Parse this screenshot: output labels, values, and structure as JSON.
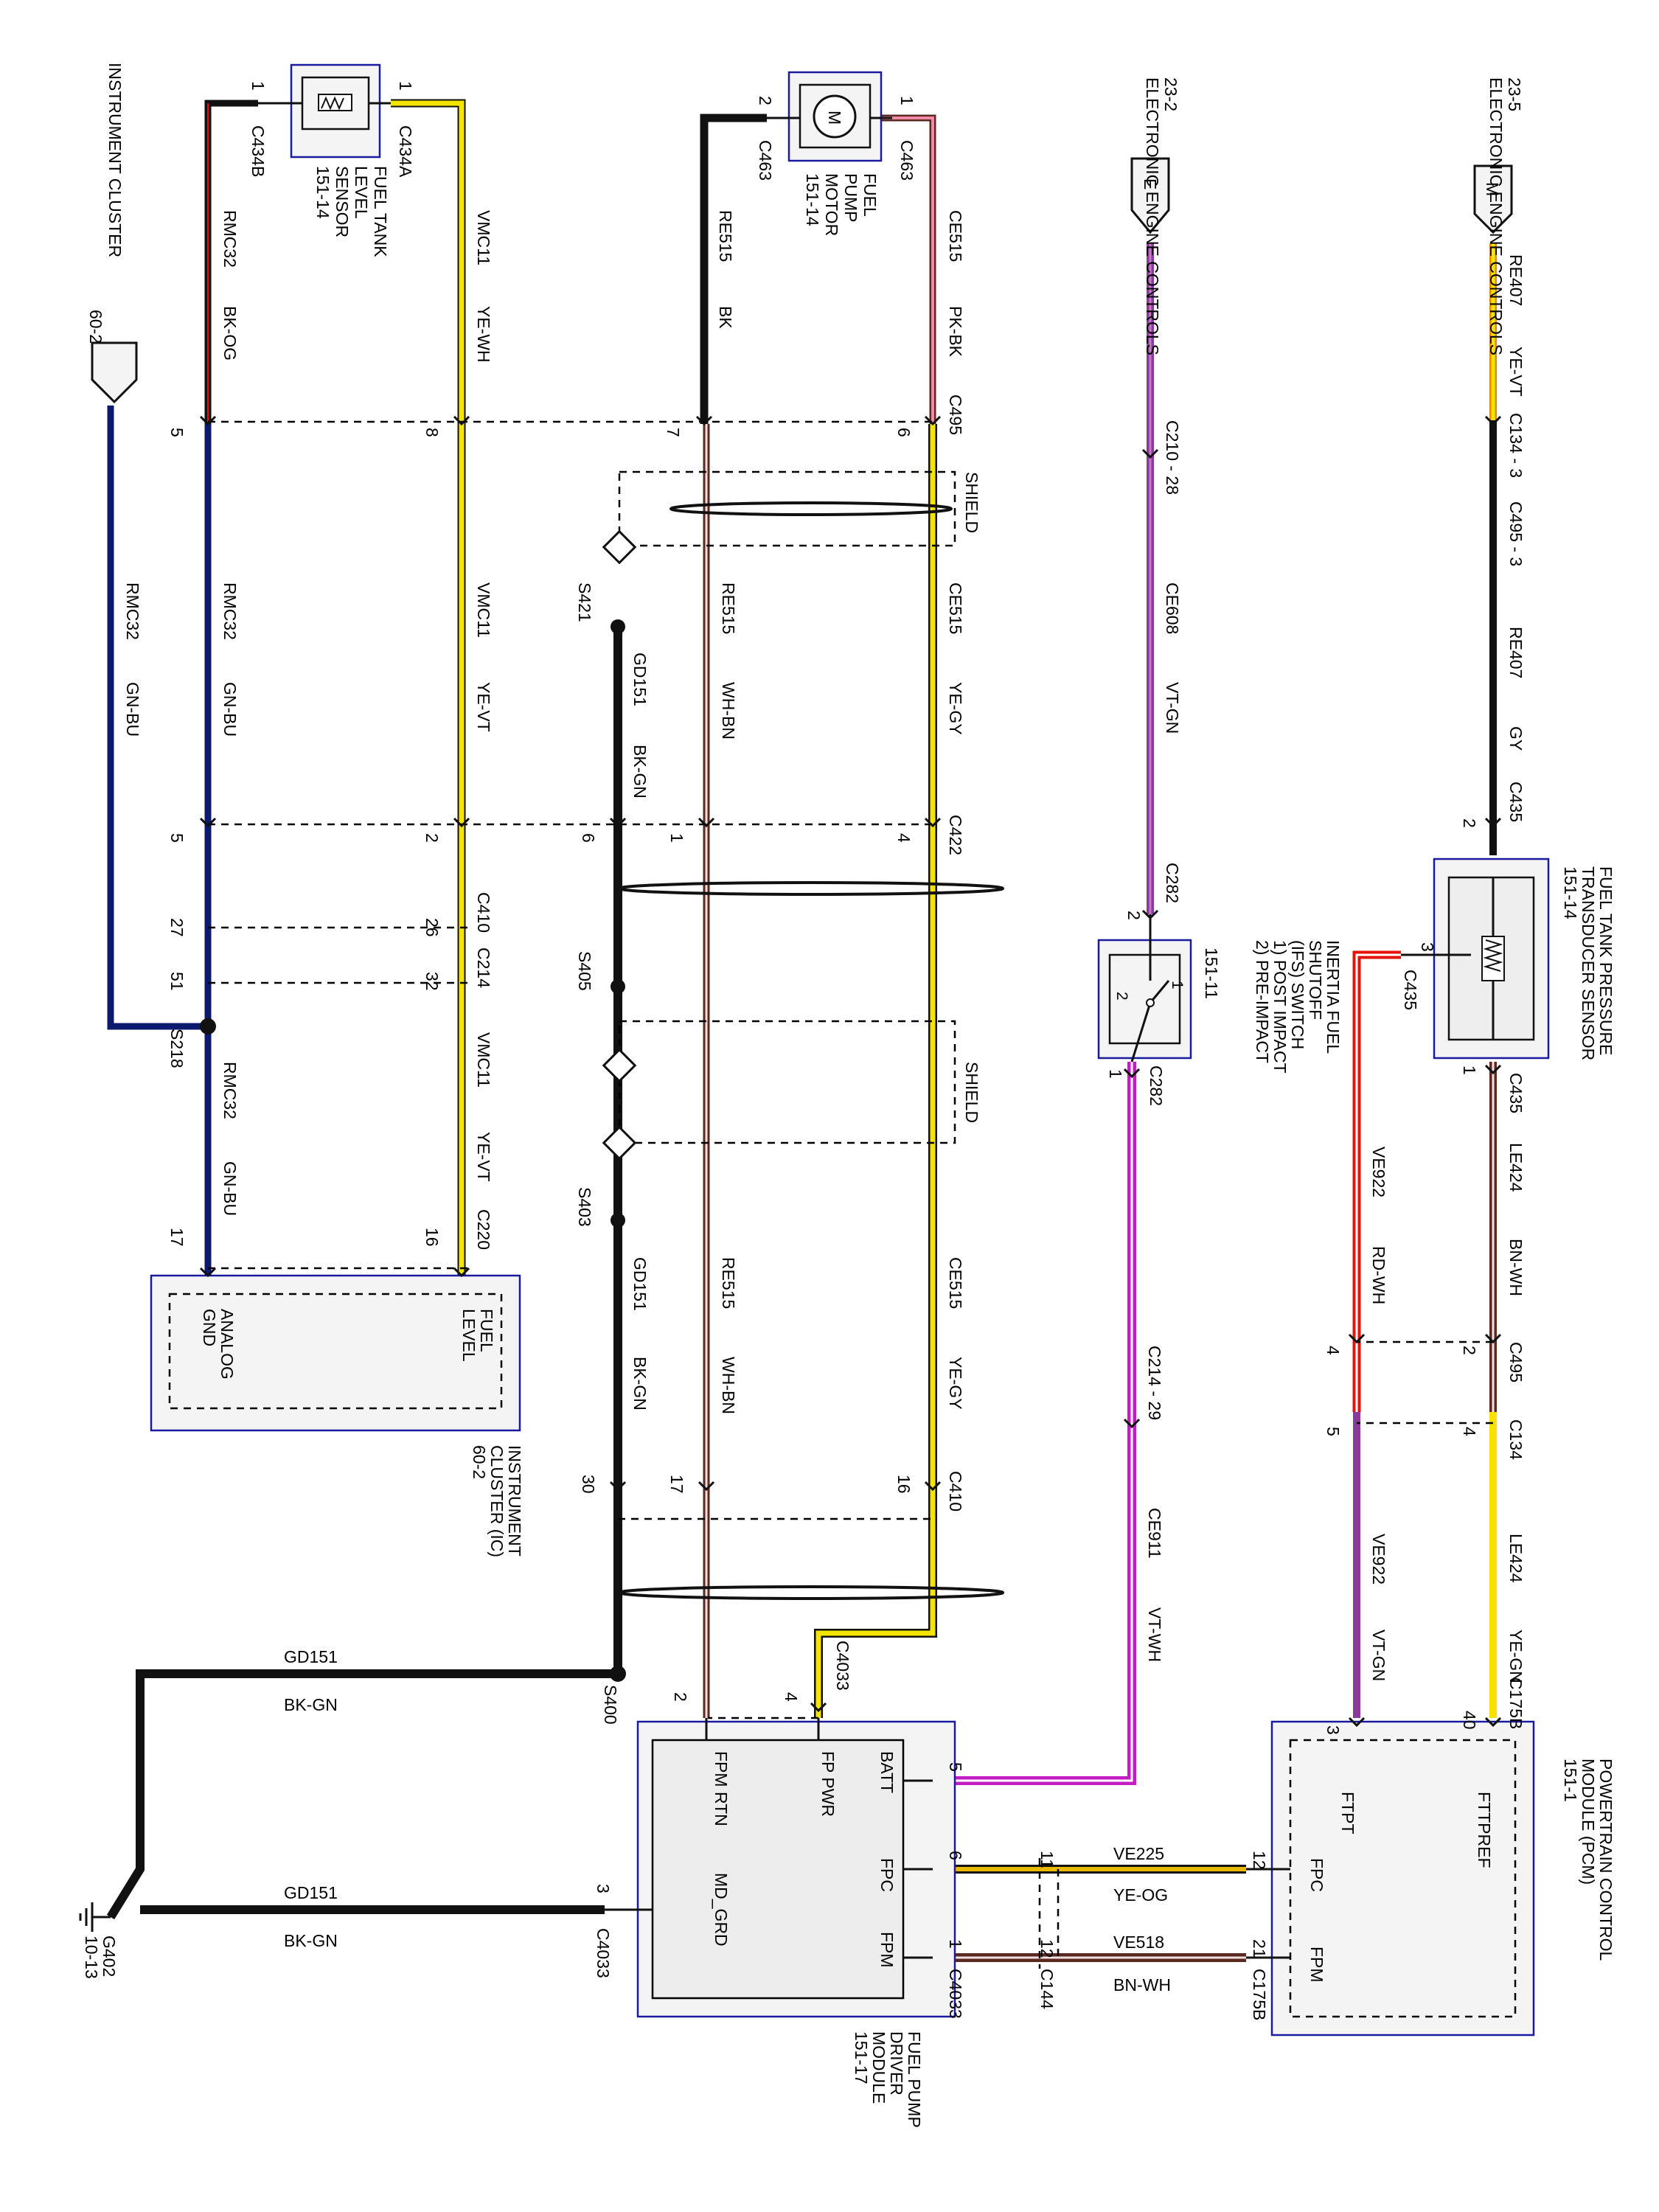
{
  "colors": {
    "black": "#111111",
    "yellow": "#f4e400",
    "navy": "#0c1a6e",
    "violet": "#c21cc2",
    "violet_green": "#8a3a9a",
    "red": "#e3120b",
    "brown": "#5a2a20",
    "box_border": "#1a1aa0"
  },
  "components": {
    "instrument_cluster_top": {
      "name": "INSTRUMENT CLUSTER",
      "ref": "60-2"
    },
    "fuel_tank_level_sensor": {
      "name1": "FUEL TANK",
      "name2": "LEVEL",
      "name3": "SENSOR",
      "ref": "151-14"
    },
    "fuel_pump_motor": {
      "symbol": "M",
      "name1": "FUEL",
      "name2": "PUMP",
      "name3": "MOTOR",
      "ref": "151-14"
    },
    "ec_e": {
      "symbol": "E",
      "ref": "23-2",
      "name": "ELECTRONIC ENGINE CONTROLS"
    },
    "ec_m": {
      "symbol": "M",
      "ref": "23-5",
      "name": "ELECTRONIC ENGINE CONTROLS"
    },
    "pressure_sensor": {
      "name1": "FUEL TANK PRESSURE",
      "name2": "TRANSDUCER SENSOR",
      "ref": "151-14"
    },
    "ifs_switch": {
      "name1": "INERTIA FUEL",
      "name2": "SHUTOFF",
      "name3": "(IFS) SWITCH",
      "name4": "1) POST IMPACT",
      "name5": "2) PRE-IMPACT",
      "ref": "151-11",
      "pin1": "1",
      "pin2": "2",
      "pos1": "1",
      "pos2": "2"
    },
    "instrument_cluster_ic": {
      "name1": "INSTRUMENT",
      "name2": "CLUSTER (IC)",
      "ref": "60-2",
      "pin_fuel1": "FUEL",
      "pin_fuel2": "LEVEL",
      "pin_gnd1": "ANALOG",
      "pin_gnd2": "GND"
    },
    "fpdm": {
      "name1": "FUEL PUMP",
      "name2": "DRIVER",
      "name3": "MODULE",
      "ref": "151-17",
      "batt": "BATT",
      "fppwr": "FP PWR",
      "fpmrtn": "FPM RTN",
      "fpc": "FPC",
      "fpm": "FPM",
      "mdgrd": "MD_GRD"
    },
    "pcm": {
      "name1": "POWERTRAIN CONTROL",
      "name2": "MODULE (PCM)",
      "ref": "151-1",
      "fttpref": "FTTPREF",
      "ftpt": "FTPT",
      "fpc": "FPC",
      "fpm": "FPM"
    },
    "ground": {
      "name": "G402",
      "ref": "10-13"
    }
  },
  "labels": {
    "c434b": "C434B",
    "c434a": "C434A",
    "c463a": "C463",
    "c463b": "C463",
    "p1a": "1",
    "p1b": "1",
    "p2a": "2",
    "p1c": "1",
    "rmc32_top": "RMC32",
    "bkog": "BK-OG",
    "vmc11_top": "VMC11",
    "yewh": "YE-WH",
    "re515_top": "RE515",
    "bk": "BK",
    "ce515_top": "CE515",
    "pkbk": "PK-BK",
    "c495_top": "C495",
    "p5a": "5",
    "p8a": "8",
    "p7a": "7",
    "p6a": "6",
    "shield1": "SHIELD",
    "shield2": "SHIELD",
    "s421": "S421",
    "s405": "S405",
    "s403": "S403",
    "s400": "S400",
    "s218": "S218",
    "rmc32_mid": "RMC32",
    "gnbu_mid": "GN-BU",
    "rmc32_left": "RMC32",
    "gnbu_left": "GN-BU",
    "vmc11_mid": "VMC11",
    "yevt_mid": "YE-VT",
    "re515_mid": "RE515",
    "whbn_mid": "WH-BN",
    "ce515_mid": "CE515",
    "yegy_mid": "YE-GY",
    "gd151_mid": "GD151",
    "bkgn_mid": "BK-GN",
    "c422": "C422",
    "p5b": "5",
    "p2b": "2",
    "p6b": "6",
    "p1d": "1",
    "p4a": "4",
    "c410_214": "C410",
    "c214": "C214",
    "p27": "27",
    "p26": "26",
    "p51": "51",
    "p32": "32",
    "rmc32_low": "RMC32",
    "gnbu_low": "GN-BU",
    "vmc11_low": "VMC11",
    "yevt_low": "YE-VT",
    "c220": "C220",
    "p17a": "17",
    "p16a": "16",
    "gd151_low": "GD151",
    "bkgn_low": "BK-GN",
    "re515_low": "RE515",
    "whbn_low": "WH-BN",
    "ce515_low": "CE515",
    "yegy_low": "YE-GY",
    "c410_low": "C410",
    "p30": "30",
    "p17b": "17",
    "p16b": "16",
    "c4033a": "C4033",
    "p2c": "2",
    "p4b": "4",
    "gd151_h1": "GD151",
    "bkgn_h1": "BK-GN",
    "gd151_h2": "GD151",
    "bkgn_h2": "BK-GN",
    "c4033b": "C4033",
    "p3a": "3",
    "c4033c": "C4033",
    "p5c": "5",
    "p6c": "6",
    "p1e": "1",
    "c144": "C144",
    "p11": "11",
    "p12a": "12",
    "ve225": "VE225",
    "yeog": "YE-OG",
    "ve518": "VE518",
    "bnwh_h": "BN-WH",
    "p12b": "12",
    "p21": "21",
    "c175b_a": "C175B",
    "c210": "C210 - 28",
    "ce608": "CE608",
    "vtgn_e": "VT-GN",
    "c282a": "C282",
    "p2d": "2",
    "c282b": "C282",
    "p1f": "1",
    "c214_29": "C214 - 29",
    "ce911": "CE911",
    "vtwh": "VT-WH",
    "re407_top": "RE407",
    "yevt_top": "YE-VT",
    "c134_3": "C134 - 3",
    "c495_3": "C495 - 3",
    "re407_mid": "RE407",
    "gy": "GY",
    "c435a": "C435",
    "p2e": "2",
    "p3b": "3",
    "c435b": "C435",
    "p1g": "1",
    "c435c": "C435",
    "le424_a": "LE424",
    "bnwh_v": "BN-WH",
    "ve922_a": "VE922",
    "rdwh": "RD-WH",
    "c495_low": "C495",
    "p4c": "4",
    "p2f": "2",
    "c134_low": "C134",
    "p5d": "5",
    "p4d": "4",
    "ve922_b": "VE922",
    "vtgn_b": "VT-GN",
    "le424_b": "LE424",
    "yegn": "YE-GN",
    "c175b_b": "C175B",
    "p3c": "3",
    "p40": "40"
  }
}
